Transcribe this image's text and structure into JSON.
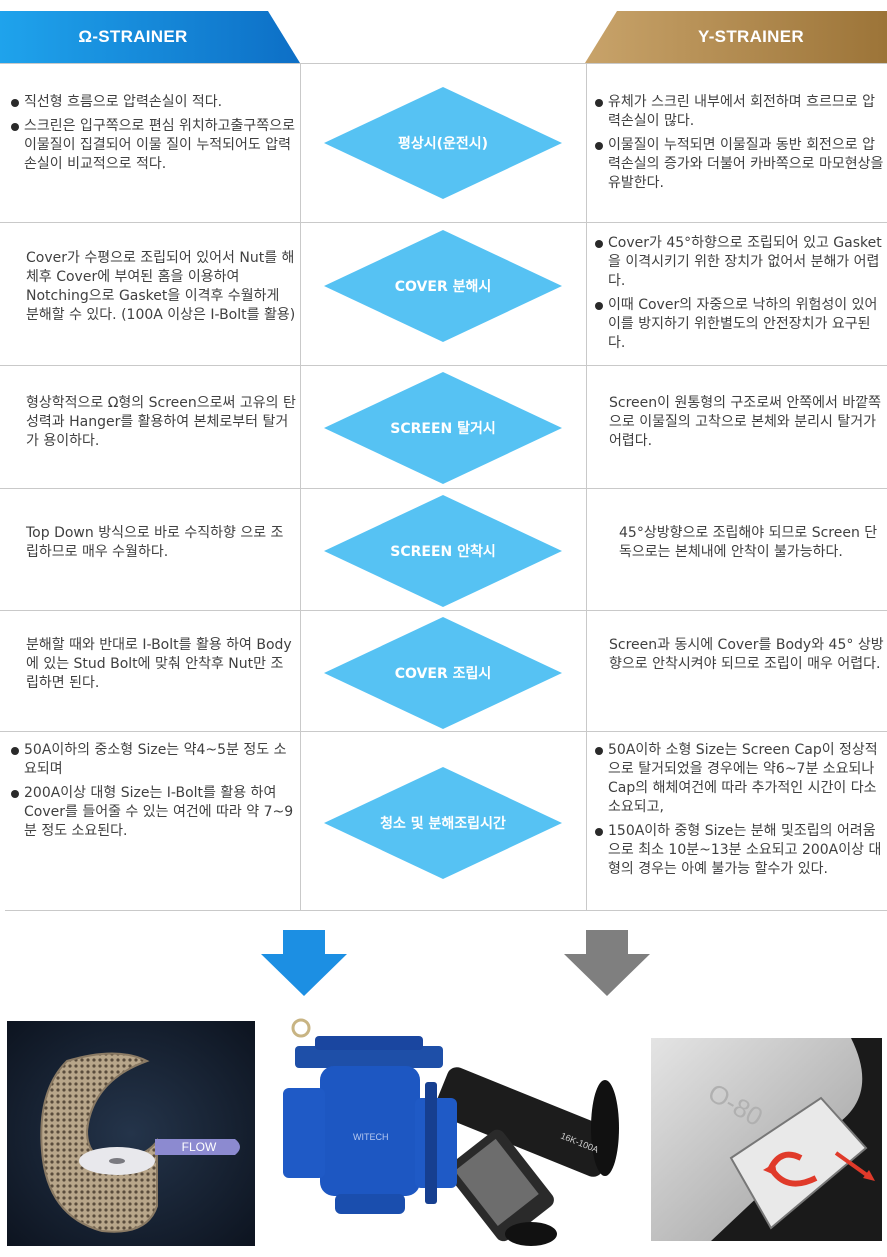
{
  "header": {
    "left": "Ω-STRAINER",
    "right": "Y-STRAINER"
  },
  "colors": {
    "omega_blue": "#1a8fe0",
    "y_gold": "#b48d52",
    "diamond_blue": "#56c2f3",
    "arrow_gray": "#808080"
  },
  "rows": [
    {
      "category": "평상시(운전시)",
      "left": [
        "직선형 흐름으로 압력손실이 적다.",
        "스크린은 입구쪽으로 편심 위치하고출구쪽으로 이물질이 집결되어 이물 질이 누적되어도 압력손실이 비교적으로 적다."
      ],
      "right": [
        "유체가 스크린 내부에서 회전하며 흐르므로 압력손실이 많다.",
        "이물질이 누적되면 이물질과 동반 회전으로 압력손실의 증가와 더불어 카바쪽으로 마모현상을 유발한다."
      ]
    },
    {
      "category": "COVER 분해시",
      "left": [
        "Cover가 수평으로 조립되어 있어서 Nut를 해체후 Cover에 부여된 홈을 이용하여 Notching으로 Gasket을 이격후 수월하게 분해할 수 있다. (100A 이상은 I-Bolt를 활용)"
      ],
      "right": [
        "Cover가 45°하향으로 조립되어 있고 Gasket을 이격시키기 위한 장치가 없어서 분해가 어렵다.",
        "이때 Cover의 자중으로 낙하의 위험성이 있어 이를 방지하기 위한별도의 안전장치가 요구된다."
      ]
    },
    {
      "category": "SCREEN 탈거시",
      "left": [
        "형상학적으로 Ω형의 Screen으로써 고유의 탄성력과 Hanger를 활용하여 본체로부터 탈거가 용이하다."
      ],
      "right": [
        "Screen이 원통형의 구조로써 안쪽에서 바깥쪽으로 이물질의 고착으로 본체와 분리시 탈거가 어렵다."
      ]
    },
    {
      "category": "SCREEN 안착시",
      "left": [
        "Top Down 방식으로 바로 수직하향 으로 조립하므로 매우 수월하다."
      ],
      "right": [
        "45°상방향으로 조립해야 되므로 Screen 단독으로는 본체내에 안착이 불가능하다."
      ]
    },
    {
      "category": "COVER 조립시",
      "left": [
        "분해할 때와 반대로 I-Bolt를 활용 하여 Body에 있는 Stud Bolt에 맞춰 안착후 Nut만 조립하면 된다."
      ],
      "right": [
        "Screen과 동시에 Cover를 Body와 45° 상방향으로 안착시켜야 되므로 조립이 매우 어렵다."
      ]
    },
    {
      "category": "청소 및 분해조립시간",
      "left": [
        "50A이하의 중소형 Size는 약4~5분 정도 소요되며",
        "200A이상 대형 Size는 I-Bolt를 활용 하여 Cover를 들어줄 수 있는 여건에 따라 약 7~9분 정도 소요된다."
      ],
      "right": [
        "50A이하 소형 Size는 Screen Cap이 정상적으로 탈거되었을 경우에는 약6~7분 소요되나 Cap의 해체여건에 따라 추가적인 시간이 다소 소요되고,",
        "150A이하 중형 Size는 분해 및조립의 어려움으로 최소 10분~13분 소요되고 200A이상 대형의 경우는 아예 불가능 할수가 있다."
      ]
    }
  ],
  "photos": {
    "flow_label": "FLOW",
    "body_marking": "16K-100A",
    "brand_marking": "WITECH",
    "size_marking": "O-80"
  }
}
